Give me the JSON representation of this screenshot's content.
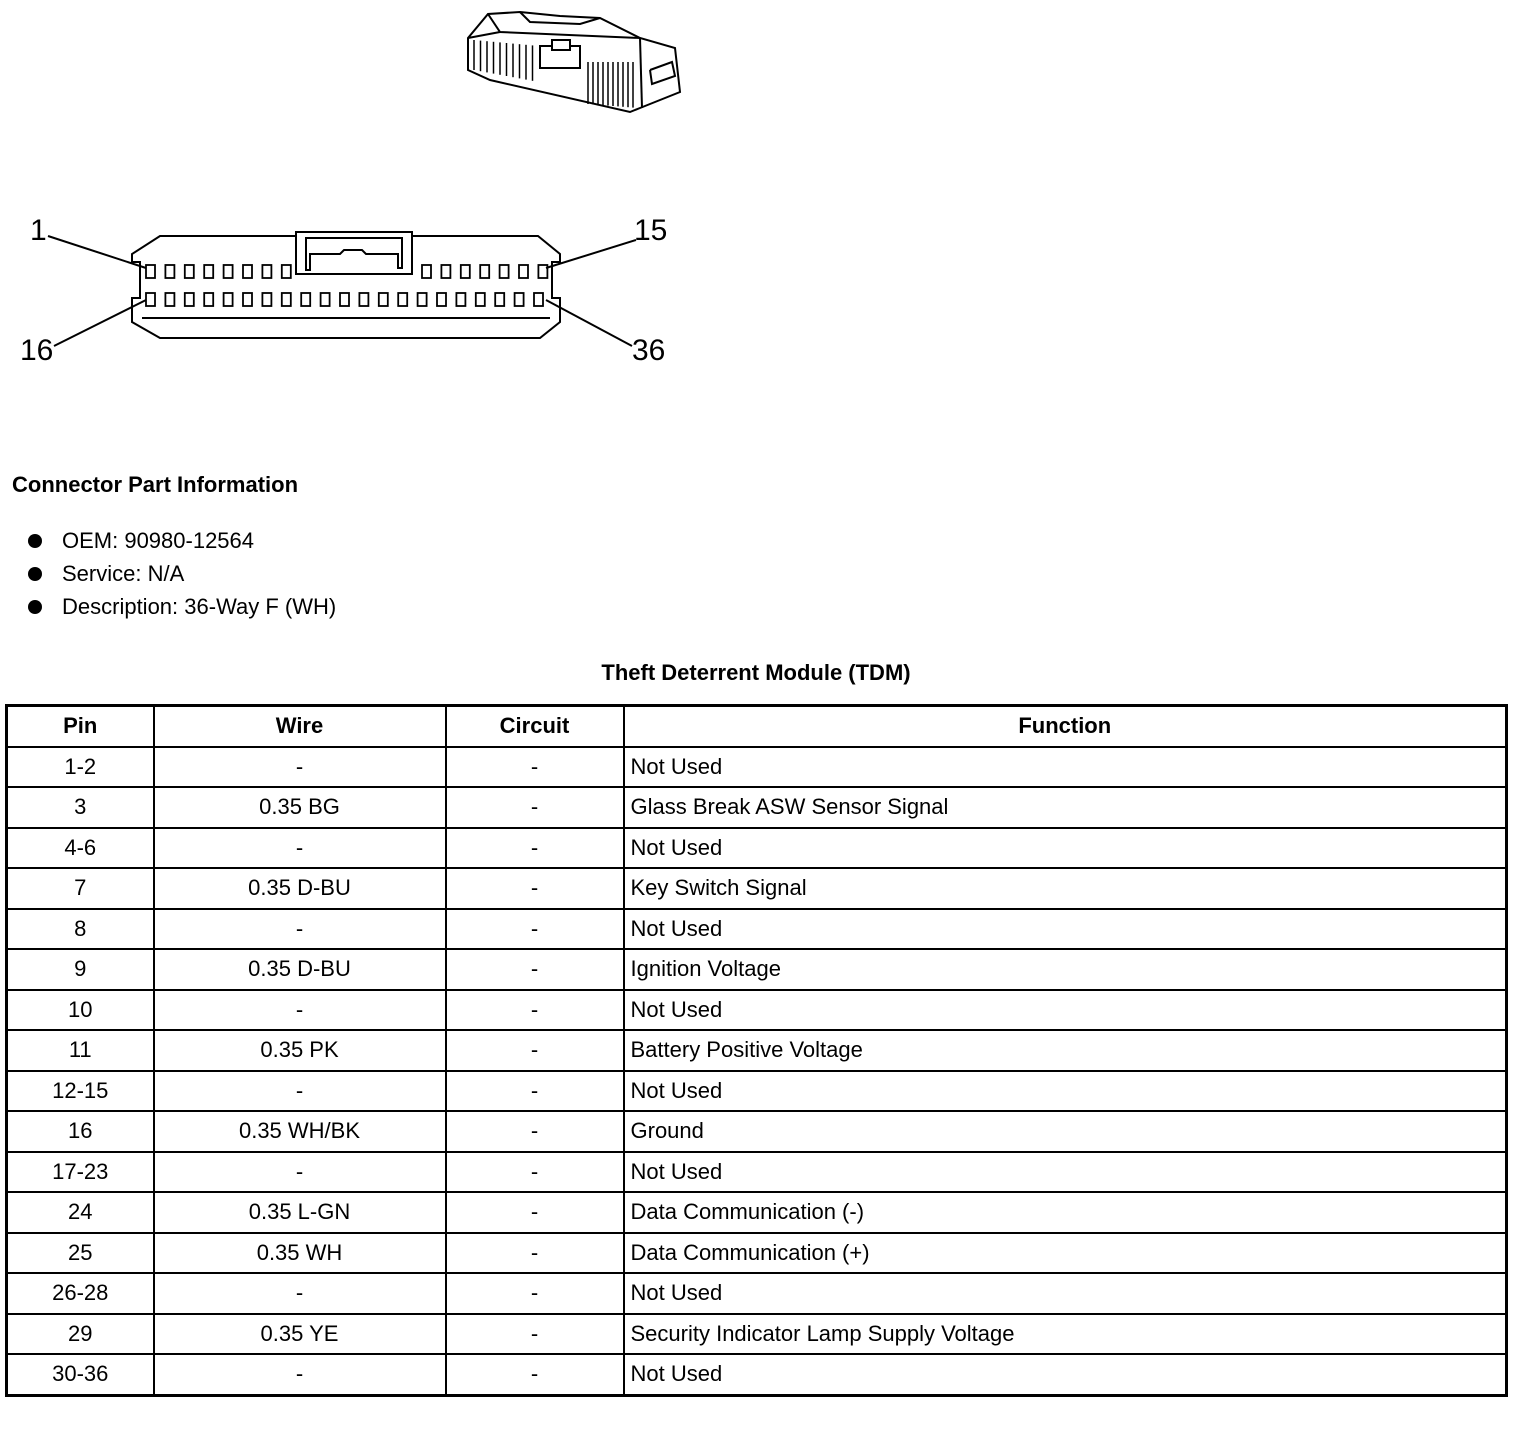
{
  "connector": {
    "pin_labels": {
      "top_left": "1",
      "top_right": "15",
      "bottom_left": "16",
      "bottom_right": "36"
    }
  },
  "part_info": {
    "title": "Connector Part Information",
    "items": [
      "OEM: 90980-12564",
      "Service: N/A",
      "Description: 36-Way F (WH)"
    ]
  },
  "table": {
    "title": "Theft Deterrent Module (TDM)",
    "headers": [
      "Pin",
      "Wire",
      "Circuit",
      "Function"
    ],
    "rows": [
      {
        "pin": "1-2",
        "wire": "-",
        "circuit": "-",
        "function": "Not Used"
      },
      {
        "pin": "3",
        "wire": "0.35 BG",
        "circuit": "-",
        "function": "Glass Break ASW Sensor Signal"
      },
      {
        "pin": "4-6",
        "wire": "-",
        "circuit": "-",
        "function": "Not Used"
      },
      {
        "pin": "7",
        "wire": "0.35 D-BU",
        "circuit": "-",
        "function": "Key Switch Signal"
      },
      {
        "pin": "8",
        "wire": "-",
        "circuit": "-",
        "function": "Not Used"
      },
      {
        "pin": "9",
        "wire": "0.35 D-BU",
        "circuit": "-",
        "function": "Ignition Voltage"
      },
      {
        "pin": "10",
        "wire": "-",
        "circuit": "-",
        "function": "Not Used"
      },
      {
        "pin": "11",
        "wire": "0.35 PK",
        "circuit": "-",
        "function": "Battery Positive Voltage"
      },
      {
        "pin": "12-15",
        "wire": "-",
        "circuit": "-",
        "function": "Not Used"
      },
      {
        "pin": "16",
        "wire": "0.35 WH/BK",
        "circuit": "-",
        "function": "Ground"
      },
      {
        "pin": "17-23",
        "wire": "-",
        "circuit": "-",
        "function": "Not Used"
      },
      {
        "pin": "24",
        "wire": "0.35 L-GN",
        "circuit": "-",
        "function": "Data Communication (-)"
      },
      {
        "pin": "25",
        "wire": "0.35 WH",
        "circuit": "-",
        "function": "Data Communication (+)"
      },
      {
        "pin": "26-28",
        "wire": "-",
        "circuit": "-",
        "function": "Not Used"
      },
      {
        "pin": "29",
        "wire": "0.35 YE",
        "circuit": "-",
        "function": "Security Indicator Lamp Supply Voltage"
      },
      {
        "pin": "30-36",
        "wire": "-",
        "circuit": "-",
        "function": "Not Used"
      }
    ]
  }
}
